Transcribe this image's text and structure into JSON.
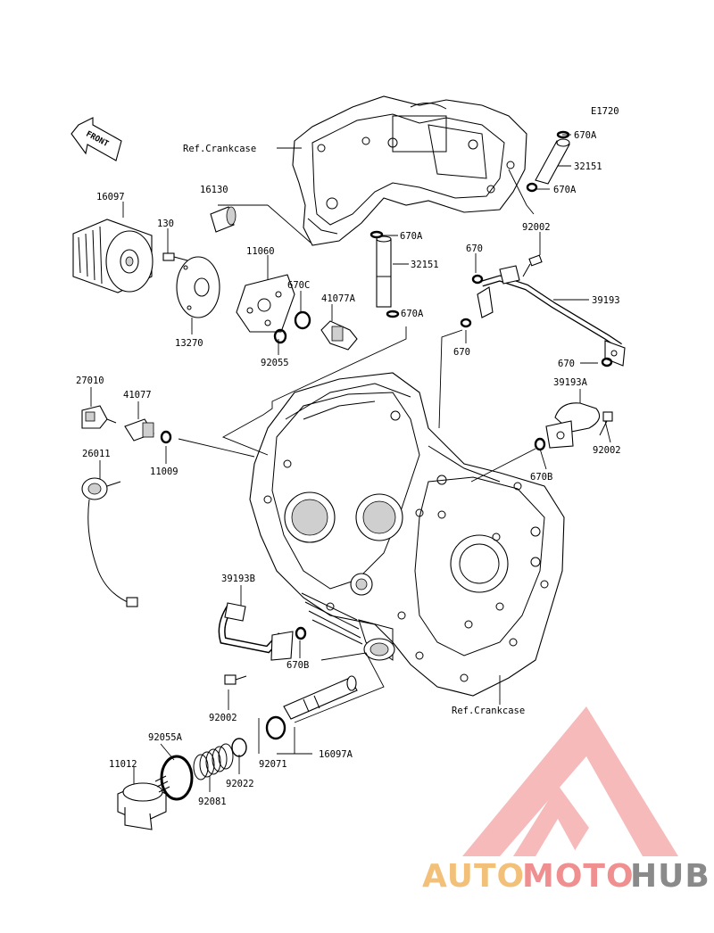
{
  "diagram_code": "E1720",
  "front_label": "FRONT",
  "refs": {
    "crankcase_upper": "Ref.Crankcase",
    "crankcase_lower": "Ref.Crankcase"
  },
  "parts": {
    "p16097": "16097",
    "p130": "130",
    "p16130": "16130",
    "p11060": "11060",
    "p670C": "670C",
    "p41077A": "41077A",
    "p13270": "13270",
    "p92055": "92055",
    "p670A_1": "670A",
    "p32151_1": "32151",
    "p670A_2": "670A",
    "p670A_3": "670A",
    "p32151_2": "32151",
    "p670A_4": "670A",
    "p670_1": "670",
    "p92002_1": "92002",
    "p39193": "39193",
    "p670_2": "670",
    "p670_3": "670",
    "p39193A": "39193A",
    "p92002_2": "92002",
    "p670B_1": "670B",
    "p27010": "27010",
    "p41077": "41077",
    "p11009": "11009",
    "p26011": "26011",
    "p39193B": "39193B",
    "p670B_2": "670B",
    "p92002_3": "92002",
    "p92055A": "92055A",
    "p11012": "11012",
    "p92081": "92081",
    "p92022": "92022",
    "p92071": "92071",
    "p16097A": "16097A"
  },
  "watermark": {
    "part1": "AUTO",
    "part2": "MOTO",
    "part3": "HUB",
    "colors": {
      "auto": "#f2c078",
      "moto": "#ef8f8f",
      "hub": "#8a8a8a",
      "triangle": "#f08080"
    }
  }
}
